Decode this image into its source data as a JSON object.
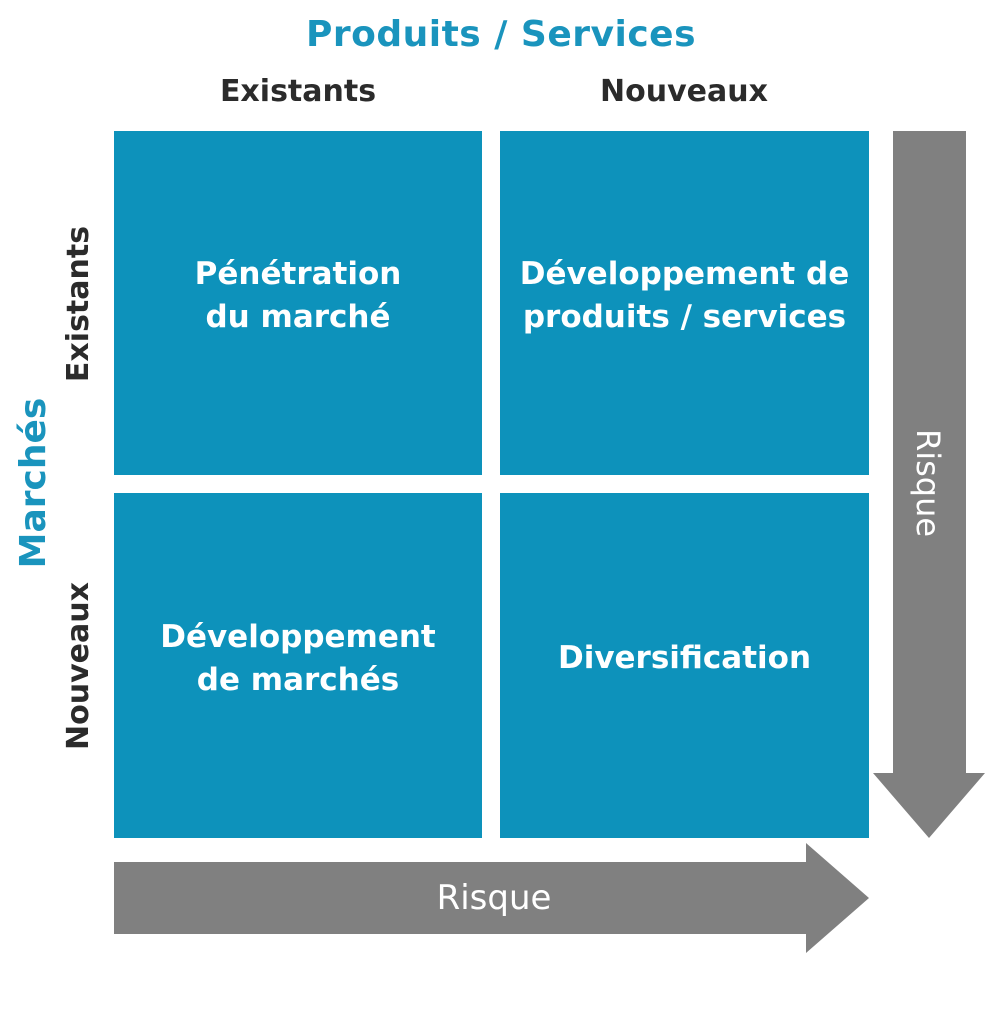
{
  "header": {
    "title": "Produits / Services",
    "col_existing": "Existants",
    "col_new": "Nouveaux"
  },
  "side": {
    "title": "Marchés",
    "row_existing": "Existants",
    "row_new": "Nouveaux"
  },
  "quadrants": {
    "top_left": "Pénétration\ndu marché",
    "top_right": "Développement de\nproduits / services",
    "bottom_left": "Développement\nde marchés",
    "bottom_right": "Diversification"
  },
  "arrows": {
    "horizontal_label": "Risque",
    "vertical_label": "Risque"
  },
  "colors": {
    "accent": "#1a94bd",
    "cell": "#0d92bb",
    "arrow": "#808080",
    "text_dark": "#2b2b2b"
  }
}
